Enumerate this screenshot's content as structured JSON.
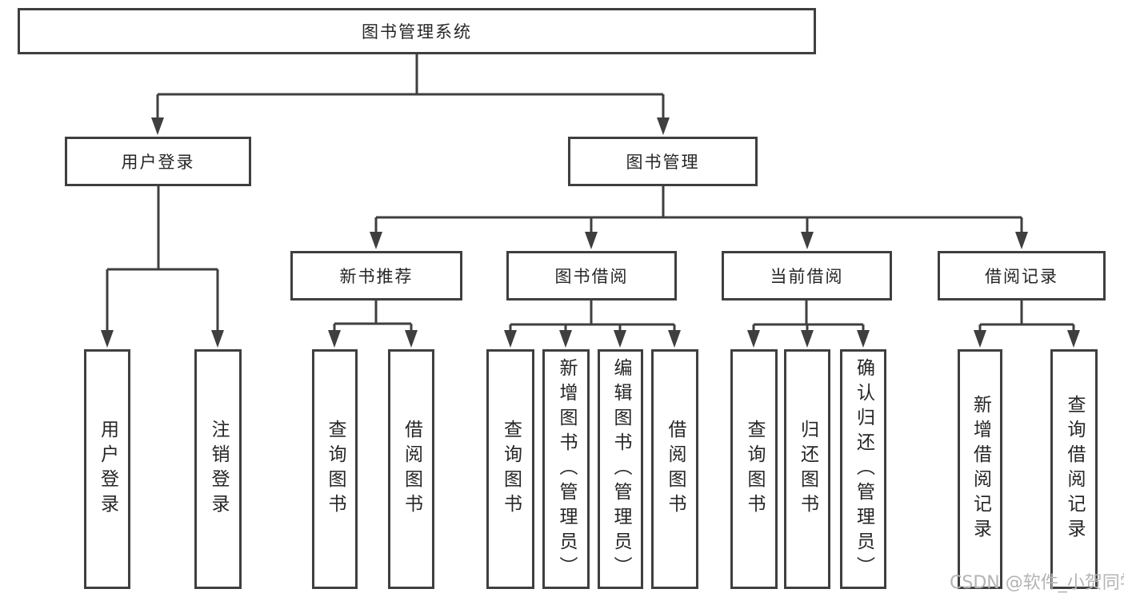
{
  "tree": {
    "label": "图书管理系统",
    "children": [
      {
        "label": "用户登录",
        "children": [
          {
            "label": "用户登录"
          },
          {
            "label": "注销登录"
          }
        ]
      },
      {
        "label": "图书管理",
        "children": [
          {
            "label": "新书推荐",
            "children": [
              {
                "label": "查询图书"
              },
              {
                "label": "借阅图书"
              }
            ]
          },
          {
            "label": "图书借阅",
            "children": [
              {
                "label": "查询图书"
              },
              {
                "label": "新增图书（管理员）"
              },
              {
                "label": "编辑图书（管理员）"
              },
              {
                "label": "借阅图书"
              }
            ]
          },
          {
            "label": "当前借阅",
            "children": [
              {
                "label": "查询图书"
              },
              {
                "label": "归还图书"
              },
              {
                "label": "确认归还（管理员）"
              }
            ]
          },
          {
            "label": "借阅记录",
            "children": [
              {
                "label": "新增借阅记录"
              },
              {
                "label": "查询借阅记录"
              }
            ]
          }
        ]
      }
    ]
  },
  "watermark": "CSDN @软件_小贺同学",
  "colors": {
    "line": "#3f3f3f",
    "text": "#262626",
    "watermark": "#b4b4b4",
    "background": "#ffffff"
  }
}
